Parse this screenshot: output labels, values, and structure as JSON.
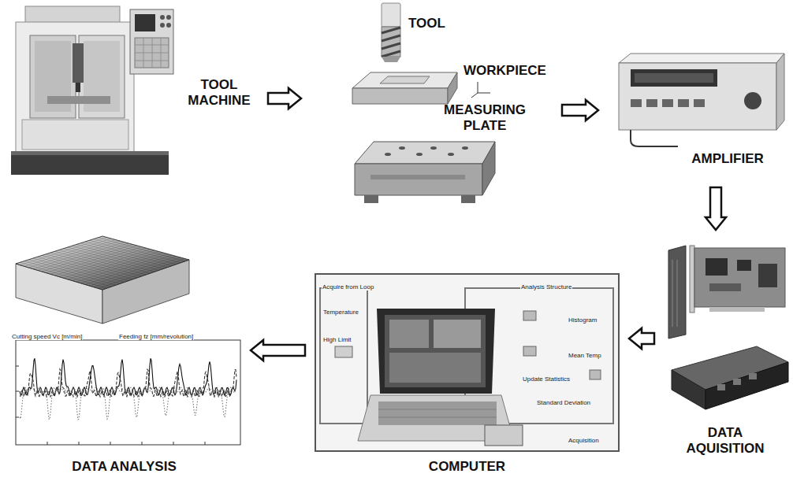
{
  "diagram": {
    "nodes": [
      {
        "text": [
          "TOOL MACHINE"
        ]
      },
      {
        "text": [
          "TOOL",
          "WORKPIECE",
          "MEASURING PLATE"
        ]
      },
      {
        "text": [
          "AMPLIFIER"
        ]
      },
      {
        "text": [
          "DATA AQUISITION"
        ]
      },
      {
        "text": [
          "COMPUTER"
        ]
      },
      {
        "text": [
          "DATA ANALYSIS"
        ]
      }
    ],
    "edges": [
      {
        "from": 0,
        "to": 1,
        "arrow": "to"
      },
      {
        "from": 1,
        "to": 2,
        "arrow": "to"
      },
      {
        "from": 2,
        "to": 3,
        "arrow": "to"
      },
      {
        "from": 3,
        "to": 4,
        "arrow": "to"
      },
      {
        "from": 4,
        "to": 5,
        "arrow": "to"
      }
    ],
    "labels": [
      "Acquire from Loop",
      "Analysis Structure",
      "Temperature",
      "High Limit",
      "Histogram",
      "Mean Temp",
      "Update Statistics",
      "Standard Deviation",
      "Acquisition",
      "Cutting speed Vc [m/min]",
      "Feeding fz [mm/revolution]"
    ]
  }
}
